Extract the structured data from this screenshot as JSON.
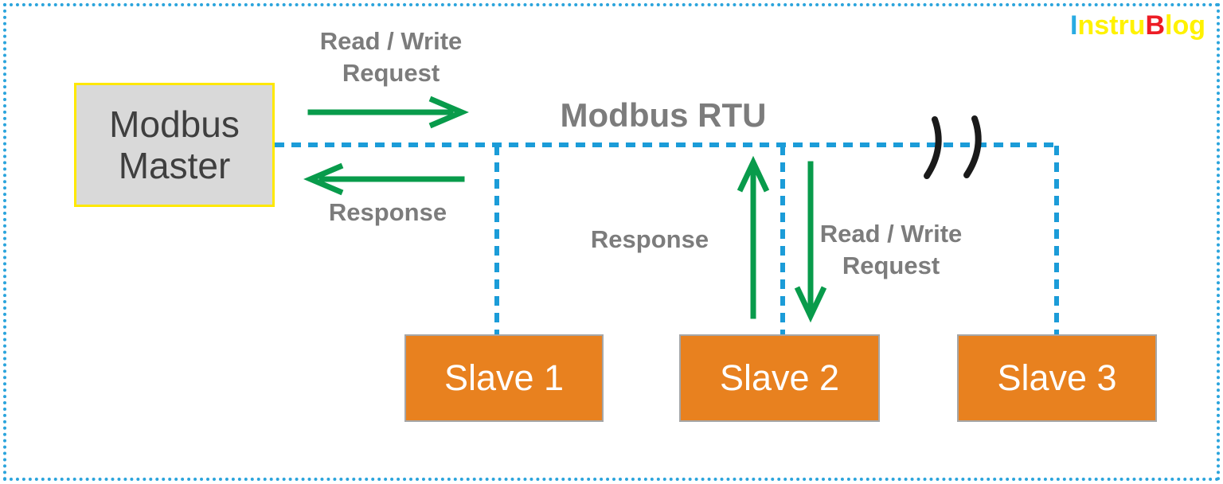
{
  "logo": {
    "parts": [
      {
        "text": "I",
        "color": "#29ABE2"
      },
      {
        "text": "nstru",
        "color": "#FFF200"
      },
      {
        "text": "B",
        "color": "#ED1C24"
      },
      {
        "text": "log",
        "color": "#FFF200"
      }
    ]
  },
  "master": {
    "label_line1": "Modbus",
    "label_line2": "Master"
  },
  "bus": {
    "title": "Modbus RTU"
  },
  "labels": {
    "master_request_line1": "Read / Write",
    "master_request_line2": "Request",
    "master_response": "Response",
    "slave2_response": "Response",
    "slave2_request_line1": "Read / Write",
    "slave2_request_line2": "Request"
  },
  "slaves": [
    {
      "label": "Slave 1"
    },
    {
      "label": "Slave 2"
    },
    {
      "label": "Slave 3"
    }
  ],
  "colors": {
    "bus_blue": "#1B9CD8",
    "border_blue": "#2BA4DC",
    "arrow_green": "#089B4B",
    "slave_orange": "#E8811F",
    "slave_border_gray": "#A6A6A6",
    "master_fill_gray": "#D9D9D9",
    "master_border_yellow": "#FFE800",
    "label_gray": "#7C7C7C",
    "master_text_gray": "#3F3F3F",
    "break_black": "#1A1A1A",
    "logo_blue": "#29ABE2",
    "logo_yellow": "#FFF200",
    "logo_red": "#ED1C24"
  }
}
